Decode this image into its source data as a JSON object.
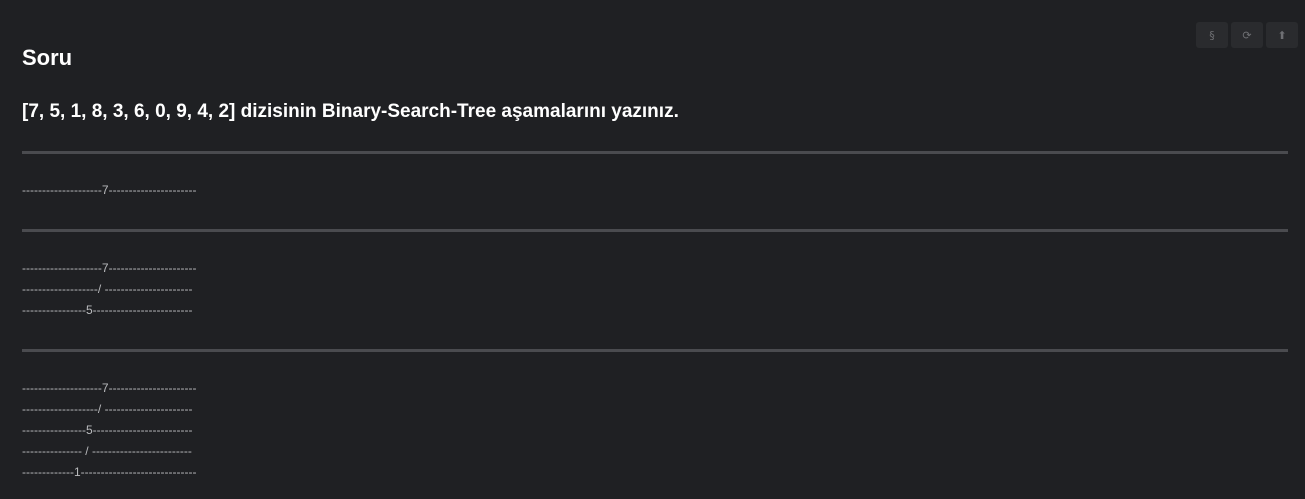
{
  "toolbar": {
    "buttons": [
      {
        "label": "§",
        "icon": "section-icon"
      },
      {
        "label": "⟳",
        "icon": "refresh-icon"
      },
      {
        "label": "⬆",
        "icon": "arrow-up-icon"
      }
    ]
  },
  "title": "Soru",
  "question": "[7, 5, 1, 8, 3, 6, 0, 9, 4, 2] dizisinin Binary-Search-Tree aşamalarını yazınız.",
  "steps": [
    {
      "lines": [
        "--------------------7----------------------"
      ]
    },
    {
      "lines": [
        "--------------------7----------------------",
        "-------------------/ ----------------------",
        "----------------5-------------------------"
      ]
    },
    {
      "lines": [
        "--------------------7----------------------",
        "-------------------/ ----------------------",
        "----------------5-------------------------",
        "--------------- / -------------------------",
        "-------------1-----------------------------"
      ]
    }
  ]
}
